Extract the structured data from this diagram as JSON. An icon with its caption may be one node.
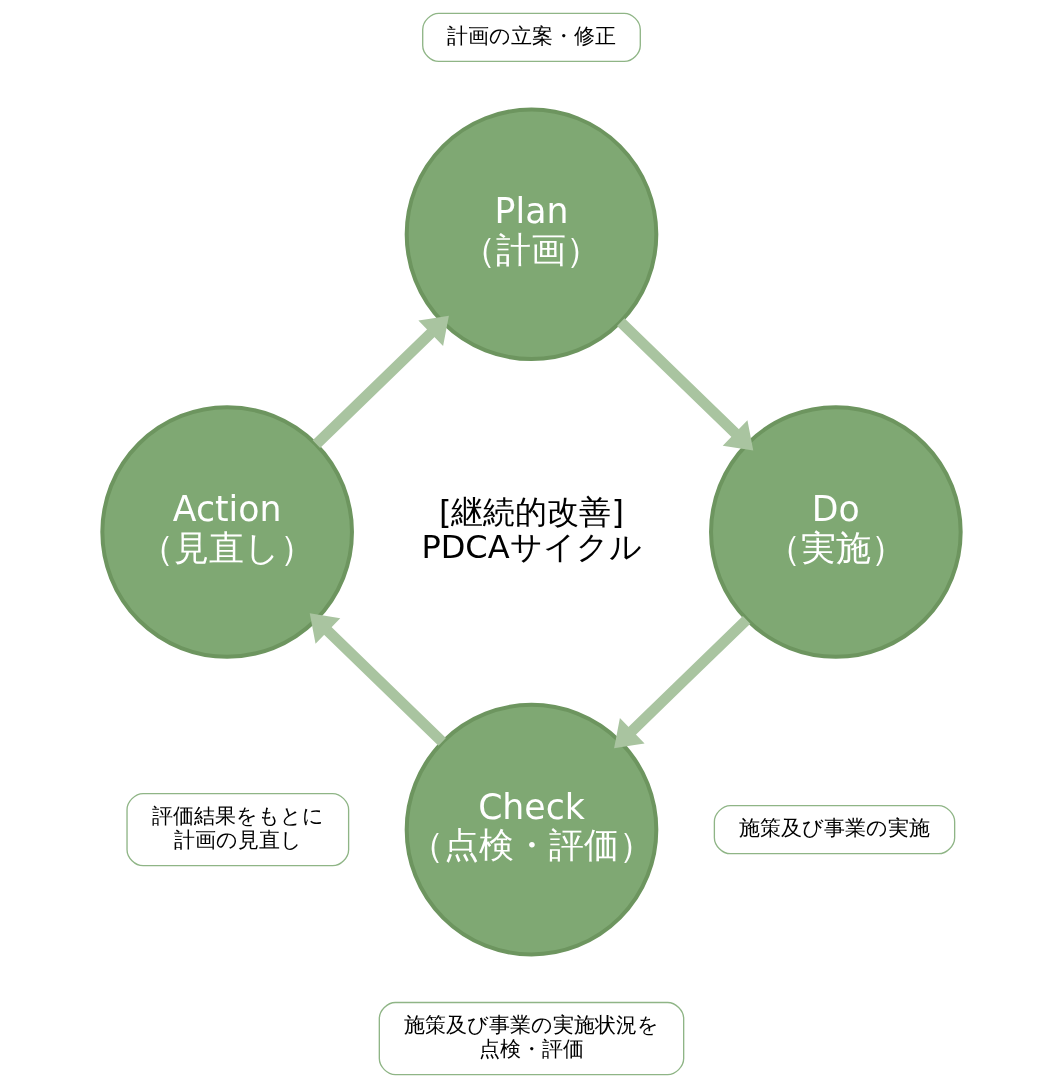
{
  "diagram": {
    "nodes": [
      {
        "text": [
          "計画の立案・修正"
        ]
      },
      {
        "text": [
          "Plan",
          "（計画）"
        ]
      },
      {
        "text": [
          "Action",
          "（見直し）"
        ]
      },
      {
        "text": [
          "Do",
          "（実施）"
        ]
      },
      {
        "text": [
          "評価結果をもとに計画の見直し"
        ]
      },
      {
        "text": [
          "Check",
          "（点検・評価）"
        ]
      },
      {
        "text": [
          "施策及び事業の実施"
        ]
      },
      {
        "text": [
          "施策及び事業の実施状況を点検・評価"
        ]
      }
    ],
    "edges": [
      {
        "from": 1,
        "to": 3,
        "arrow": "to"
      },
      {
        "from": 3,
        "to": 5,
        "arrow": "to"
      },
      {
        "from": 5,
        "to": 2,
        "arrow": "to"
      },
      {
        "from": 2,
        "to": 1,
        "arrow": "to"
      }
    ],
    "labels": [
      "[継続的改善]",
      "PDCAサイクル"
    ]
  }
}
